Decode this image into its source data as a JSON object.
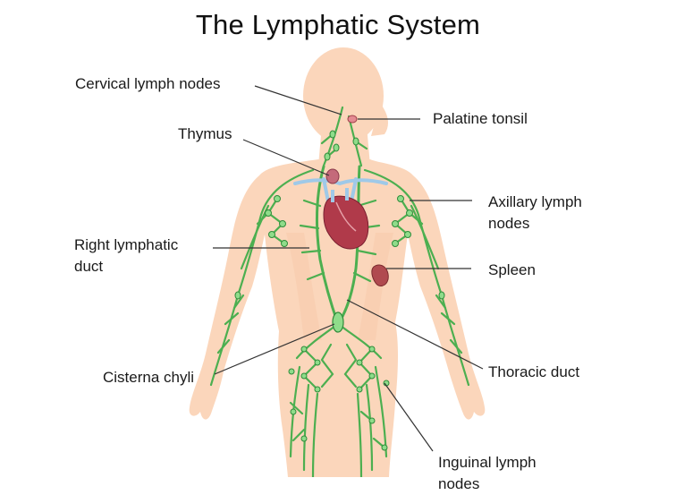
{
  "title": "The Lymphatic System",
  "labels": {
    "cervical": "Cervical lymph nodes",
    "thymus": "Thymus",
    "right_duct_1": "Right lymphatic",
    "right_duct_2": "duct",
    "cisterna": "Cisterna chyli",
    "palatine": "Palatine tonsil",
    "axillary_1": "Axillary lymph",
    "axillary_2": "nodes",
    "spleen": "Spleen",
    "thoracic": "Thoracic duct",
    "inguinal_1": "Inguinal lymph",
    "inguinal_2": "nodes"
  },
  "colors": {
    "skin": "#fbd6bb",
    "skin_shade": "#f6c4a3",
    "lymph": "#4caf50",
    "lymph_dark": "#2e8b3a",
    "node": "#8fdc8a",
    "heart": "#b03a4a",
    "vessel_blue": "#9fc9e8",
    "spleen": "#b04a4f",
    "leader": "#333333"
  }
}
